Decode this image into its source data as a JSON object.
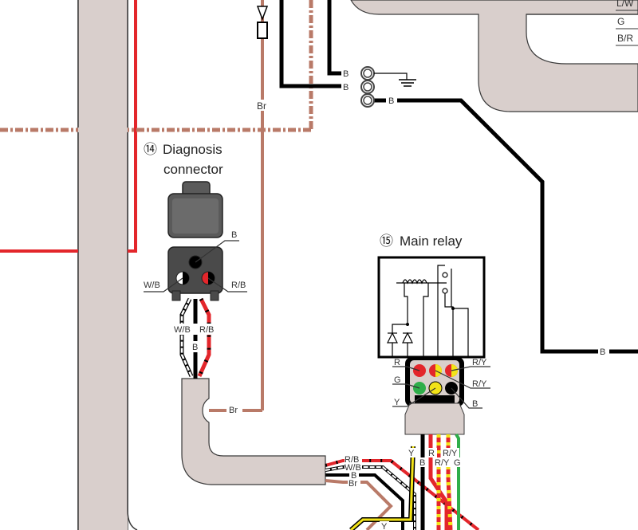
{
  "diagram": {
    "type": "wiring-diagram",
    "colors": {
      "harness": "#d9cfcc",
      "harness_outline": "#3a3a3a",
      "red": "#e3262b",
      "black": "#000000",
      "brown": "#b97a68",
      "yellow": "#f2e318",
      "green": "#2fae4a",
      "white": "#ffffff",
      "connector_body": "#4a4a4a",
      "connector_light": "#6b6b6b"
    },
    "components": {
      "diagnosis_connector": {
        "number": "⑭",
        "title_line1": "Diagnosis",
        "title_line2": "connector",
        "pins": [
          "B",
          "W/B",
          "R/B"
        ],
        "wires": [
          "W/B",
          "R/B",
          "B"
        ]
      },
      "main_relay": {
        "number": "⑮",
        "title": "Main relay",
        "pins_left": [
          "R",
          "G",
          "Y"
        ],
        "pins_right": [
          "R/Y",
          "R/Y",
          "B"
        ],
        "wires": [
          "Y",
          "B",
          "R",
          "R/Y",
          "R/Y",
          "G"
        ]
      },
      "ground_block": {
        "labels": [
          "B",
          "B",
          "B"
        ]
      }
    },
    "wire_labels": {
      "top_brown": "Br",
      "harness_brown": "Br",
      "right_black": "B",
      "bundle": [
        "R/B",
        "W/B",
        "B",
        "Br"
      ],
      "bottom_yellow": "Y"
    },
    "top_right_labels": [
      "L/W",
      "G",
      "B/R"
    ]
  }
}
